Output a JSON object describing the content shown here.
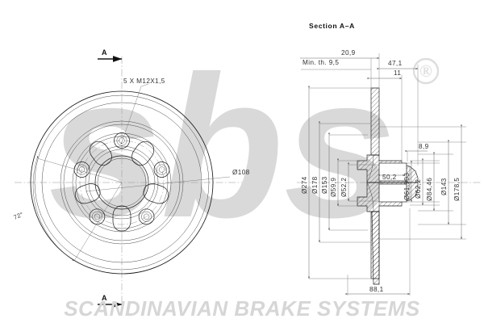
{
  "drawing": {
    "type": "engineering-drawing",
    "subject": "brake disc with integrated hub",
    "section_title": "Section A–A",
    "section_marker": "A",
    "units": "mm",
    "decimal_separator": "comma"
  },
  "branding": {
    "logo_text": "sbs",
    "registered_mark": "®",
    "company_name": "SCANDINAVIAN BRAKE SYSTEMS",
    "watermark_color": "#d9d9d9",
    "line_color": "#1a1a1a",
    "dimension_color": "#555555"
  },
  "front_view": {
    "name": "front-view",
    "callouts": [
      {
        "id": "stud-spec",
        "text": "5 X M12X1,5",
        "kind": "leader"
      },
      {
        "id": "pcd",
        "text": "Ø108",
        "kind": "leader"
      },
      {
        "id": "stud-angle",
        "text": "72°",
        "kind": "angular"
      }
    ],
    "outer_diameter_label": "Ø274",
    "bolt_count": 5,
    "vent_window_count": 5
  },
  "section_view": {
    "name": "section-a-a",
    "linear_dimensions_top": [
      {
        "id": "d-20-9",
        "text": "20,9"
      },
      {
        "id": "d-47-1",
        "text": "47,1"
      },
      {
        "id": "d-11",
        "text": "11"
      }
    ],
    "note_min_thickness": "Min. th. 9,5",
    "inner_dimensions": [
      {
        "id": "d-8-9",
        "text": "8,9"
      },
      {
        "id": "d-50-2",
        "text": "50,2"
      }
    ],
    "diameter_stack_left": [
      {
        "id": "dia-274",
        "text": "Ø274"
      },
      {
        "id": "dia-178",
        "text": "Ø178"
      },
      {
        "id": "dia-153",
        "text": "Ø153"
      },
      {
        "id": "dia-59-9",
        "text": "Ø59,9"
      },
      {
        "id": "dia-52-2",
        "text": "Ø52,2"
      }
    ],
    "diameter_stack_right": [
      {
        "id": "dia-61-903",
        "text": "Ø61,903"
      },
      {
        "id": "dia-62-2",
        "text": "Ø62,2"
      },
      {
        "id": "dia-84-46",
        "text": "Ø84,46"
      },
      {
        "id": "dia-143",
        "text": "Ø143"
      },
      {
        "id": "dia-178-5",
        "text": "Ø178,5"
      }
    ],
    "overall_width": "88,1"
  }
}
